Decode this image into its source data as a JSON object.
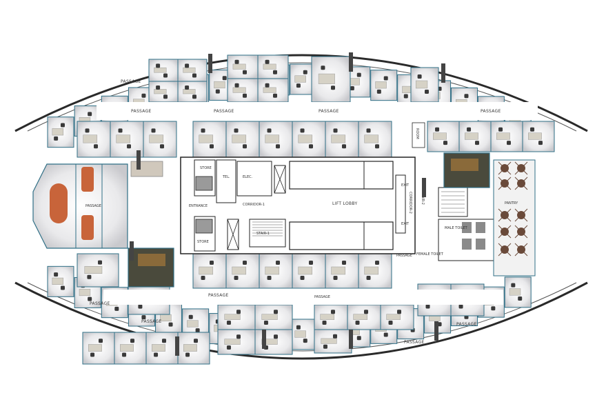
{
  "colors": {
    "background": "#ffffff",
    "office_floor": "#e8e8ea",
    "office_glow": "#ffffff",
    "office_wall": "#2f6f86",
    "outer_wall": "#2a2a2a",
    "desk": "#d6d2c6",
    "chair": "#3a3a3a",
    "meeting_table": "#c8643a",
    "manager_floor": "#4a4a3c",
    "core_line": "#222222",
    "column": "#444444"
  },
  "labels": {
    "passage": "PASSAGE",
    "lift_lobby": "LIFT LOBBY",
    "corridor_1": "CORRIDOR-1",
    "corridor_2": "CORRIDOR-2",
    "stair_1": "STAIR-1",
    "stair_2": "STAIR-2",
    "store": "STORE",
    "tel": "TEL.",
    "elec": "ELEC.",
    "entrance": "ENTRANCE",
    "exit": "EXIT",
    "room": "ROOM",
    "pantry": "PANTRY",
    "male_toilet": "MALE TOILET",
    "female_toilet": "FEMALE TOILET",
    "pantry_small": "PANTRY"
  }
}
